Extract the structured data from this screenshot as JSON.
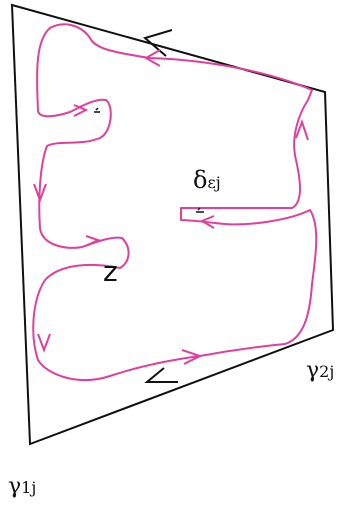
{
  "labels": {
    "gamma1": {
      "symbol": "γ",
      "sub": "1j"
    },
    "gamma2": {
      "symbol": "γ",
      "sub": "2j"
    },
    "delta": {
      "symbol": "δ",
      "sub": "εj"
    },
    "z": "z"
  },
  "colors": {
    "boundary": "#111111",
    "contour": "#e0409a",
    "background": "#ffffff"
  },
  "icons": {
    "boundary_direction": "arrow-chevron-icon",
    "contour_direction": "arrow-chevron-icon"
  }
}
